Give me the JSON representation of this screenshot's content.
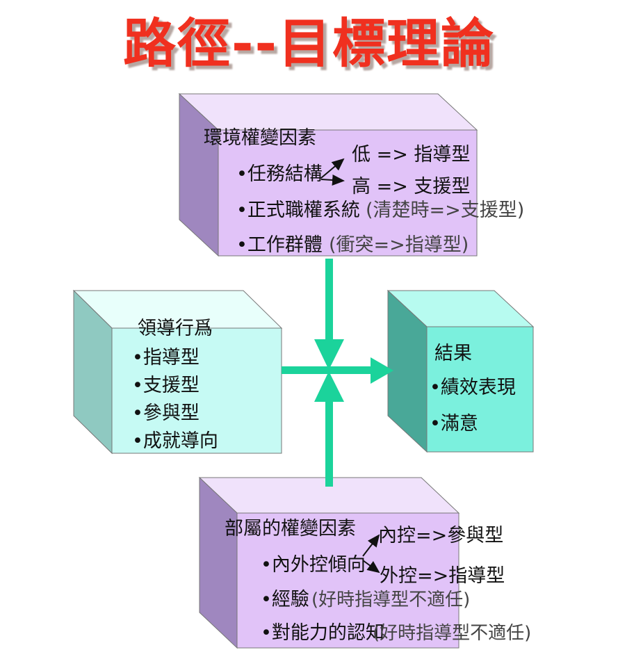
{
  "title": "路徑--目標理論",
  "env_box": {
    "heading": "環境權變因素",
    "item1": "•任務結構",
    "branch_low": "低 => 指導型",
    "branch_high": "高 => 支援型",
    "item2": "•正式職權系統",
    "item2_note": "(清楚時=>支援型)",
    "item3": "•工作群體",
    "item3_note": "(衝突=>指導型)"
  },
  "leader_box": {
    "heading": "領導行爲",
    "items": [
      "•指導型",
      "•支援型",
      "•參與型",
      "•成就導向"
    ]
  },
  "result_box": {
    "heading": "結果",
    "items": [
      "•績效表現",
      "•滿意"
    ]
  },
  "sub_box": {
    "heading": "部屬的權變因素",
    "item1": "•內外控傾向",
    "branch_in": "內控=>參與型",
    "branch_out": "外控=>指導型",
    "item2": "•經驗",
    "item2_note": "(好時指導型不適任)",
    "item3": "•對能力的認知",
    "item3_note": "(好時指導型不適任)"
  },
  "colors": {
    "title_red": "#f0301f",
    "purple_face": "#e1c3f8",
    "purple_side": "#9f87bf",
    "cyan_face": "#c6faf4",
    "cyan_side": "#8fc9c1",
    "teal_face": "#7bf0dd",
    "teal_side": "#49a898",
    "arrow_green": "#1bd39b"
  }
}
